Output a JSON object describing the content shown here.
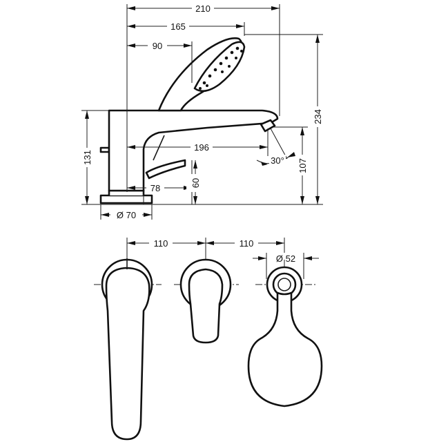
{
  "dimensions": {
    "total_length": "210",
    "shower_head_reach": "165",
    "shower_handle_reach": "90",
    "spout_length": "196",
    "base_to_spout": "78",
    "total_height": "234",
    "body_height": "131",
    "spout_outlet_height": "107",
    "spout_clearance": "60",
    "base_diameter": "Ø 70",
    "spout_angle": "30°",
    "hole_spacing_left": "110",
    "hole_spacing_right": "110",
    "shower_base_diameter": "Ø 52"
  }
}
